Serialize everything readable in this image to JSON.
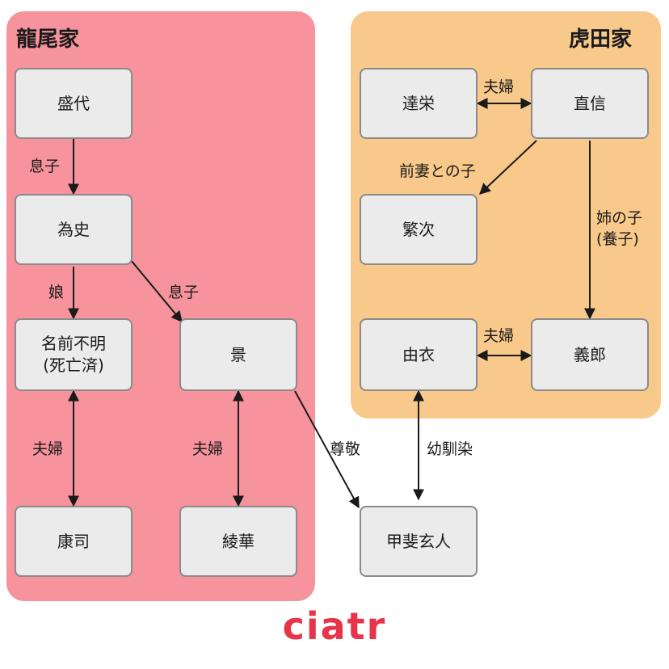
{
  "colors": {
    "ryuo_bg": "#f6939c",
    "torada_bg": "#f8c98a",
    "node_bg": "#ebebeb",
    "node_border": "#8a8a8a",
    "logo": "#e8344a"
  },
  "groups": {
    "ryuo": {
      "title": "龍尾家"
    },
    "torada": {
      "title": "虎田家"
    }
  },
  "nodes": {
    "seidai": "盛代",
    "tameshi": "為史",
    "unknown_daughter": "名前不明\n(死亡済)",
    "kei": "景",
    "yasushi": "康司",
    "ayaka": "綾華",
    "tatsuei": "達栄",
    "naonobu": "直信",
    "shigetsugu": "繁次",
    "yui": "由衣",
    "yoshiro": "義郎",
    "kai_gento": "甲斐玄人"
  },
  "edges": {
    "seidai_tameshi": "息子",
    "tameshi_daughter": "娘",
    "tameshi_kei": "息子",
    "daughter_yasushi": "夫婦",
    "kei_ayaka": "夫婦",
    "kei_kai": "尊敬",
    "tatsuei_naonobu": "夫婦",
    "naonobu_shigetsugu": "前妻との子",
    "naonobu_yoshiro": "姉の子\n(養子)",
    "yui_yoshiro": "夫婦",
    "yui_kai": "幼馴染"
  },
  "logo": "ciatr"
}
